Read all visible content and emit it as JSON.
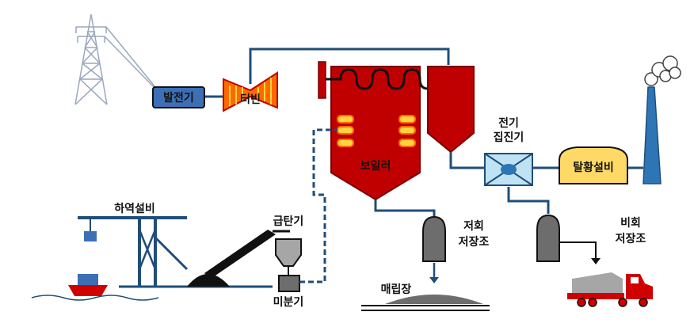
{
  "labels": {
    "generator": "발전기",
    "turbine": "터빈",
    "boiler": "보일러",
    "precipitator_line1": "전기",
    "precipitator_line2": "집진기",
    "desulfurization": "탈황설비",
    "unloading": "하역설비",
    "coal_feeder": "급탄기",
    "pulverizer": "미분기",
    "bottom_ash_line1": "저회",
    "bottom_ash_line2": "저장조",
    "fly_ash_line1": "비회",
    "fly_ash_line2": "저장조",
    "landfill": "매립장"
  },
  "colors": {
    "pipe": "#1f4e79",
    "boiler": "#c00000",
    "turbine_fill": "#ff6a00",
    "generator_fill": "#3d6fb5",
    "precipitator_fill": "#bfe3f5",
    "desulfurization_fill": "#ffd966",
    "silo": "#6d6d6d",
    "truck": "#d00000",
    "tower": "#9aa7bd"
  }
}
